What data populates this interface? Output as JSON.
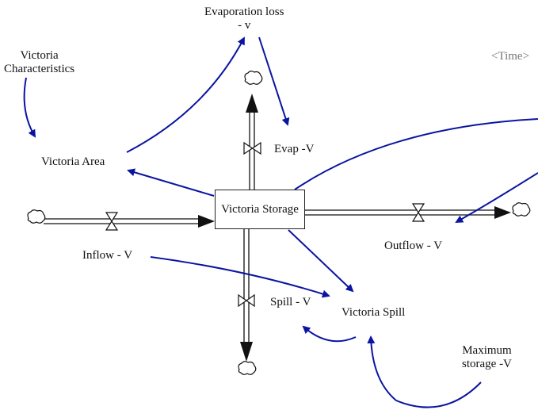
{
  "diagram": {
    "type": "stock-and-flow",
    "colors": {
      "link": "#0a14a0",
      "pipe": "#111111"
    },
    "stock": {
      "label": "Victoria Storage"
    },
    "variables": {
      "victoria_characteristics": "Victoria\nCharacteristics",
      "victoria_area": "Victoria Area",
      "evaporation_loss": "Evaporation loss\n- v",
      "time": "<Time>",
      "evap_flow": "Evap -V",
      "inflow": "Inflow - V",
      "outflow": "Outflow - V",
      "spill_flow": "Spill - V",
      "victoria_spill": "Victoria Spill",
      "maximum_storage": "Maximum\nstorage -V"
    },
    "flows": [
      {
        "name": "Inflow - V",
        "from": "cloud",
        "to": "Victoria Storage"
      },
      {
        "name": "Evap -V",
        "from": "Victoria Storage",
        "to": "cloud"
      },
      {
        "name": "Outflow - V",
        "from": "Victoria Storage",
        "to": "cloud"
      },
      {
        "name": "Spill - V",
        "from": "Victoria Storage",
        "to": "cloud"
      }
    ],
    "links": [
      {
        "from": "Victoria Characteristics",
        "to": "Victoria Area"
      },
      {
        "from": "Victoria Area",
        "to": "Evaporation loss - v"
      },
      {
        "from": "Evaporation loss - v",
        "to": "Evap -V"
      },
      {
        "from": "Victoria Storage",
        "to": "Victoria Area"
      },
      {
        "from": "Victoria Storage",
        "to": "Victoria Spill"
      },
      {
        "from": "Victoria Storage",
        "to": "Outflow - V"
      },
      {
        "from": "Inflow - V",
        "to": "Victoria Spill"
      },
      {
        "from": "Victoria Spill",
        "to": "Spill - V"
      },
      {
        "from": "Maximum storage -V",
        "to": "Victoria Spill"
      }
    ]
  }
}
